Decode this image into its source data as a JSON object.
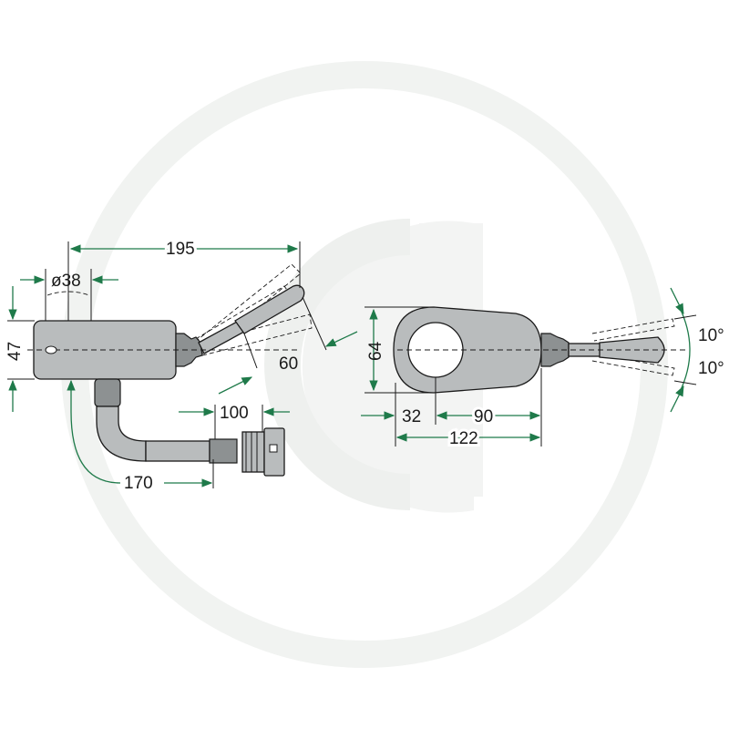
{
  "dimensions": {
    "length_total": "195",
    "diameter": "ø38",
    "height_left": "47",
    "lever_length": "60",
    "cable_length": "170",
    "connector_length": "100",
    "height_right": "64",
    "hole_offset": "32",
    "body_length": "90",
    "overall_length": "122",
    "angle_up": "10°",
    "angle_down": "10°"
  },
  "colors": {
    "dimension_line": "#1f7a4a",
    "watermark": "#f1f3f1",
    "body": "#b9bcbd"
  }
}
